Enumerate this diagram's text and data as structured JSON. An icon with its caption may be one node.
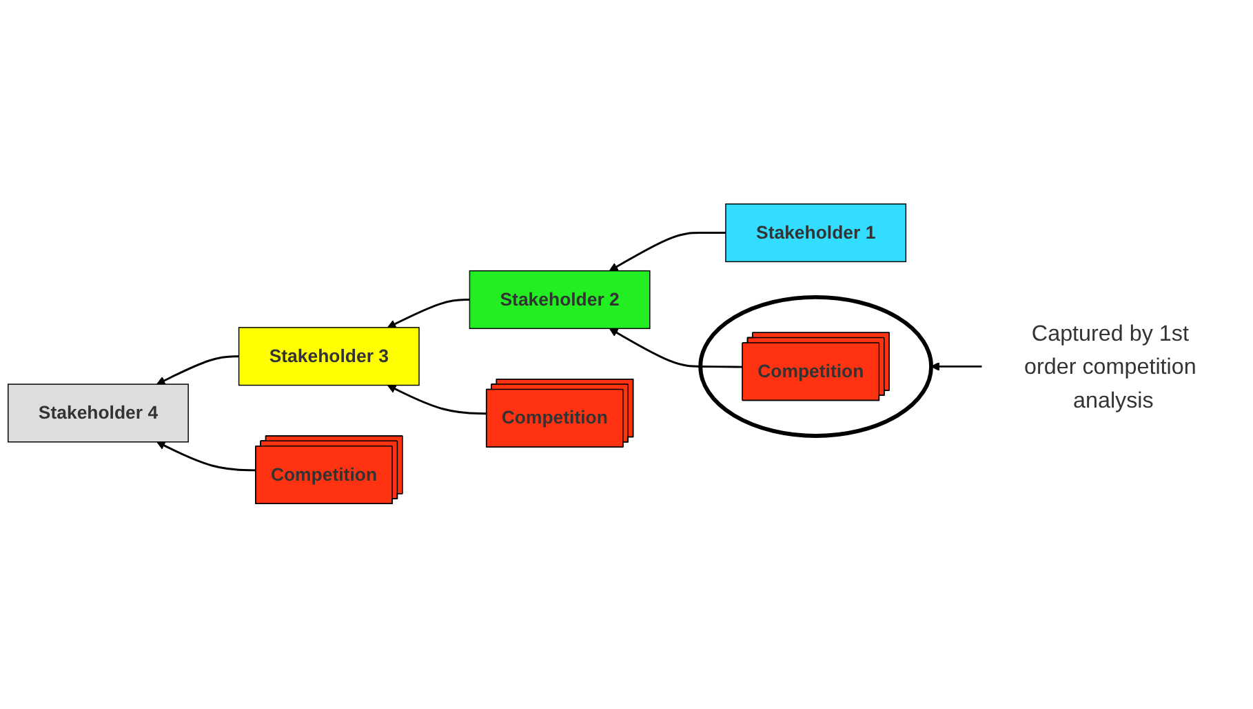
{
  "diagram": {
    "nodes": [
      {
        "text": [
          "Stakeholder 1"
        ]
      },
      {
        "text": [
          "Stakeholder 2"
        ]
      },
      {
        "text": [],
        "shape": "ellipse"
      },
      {
        "text": [
          "Competition"
        ],
        "in": 2
      },
      {
        "text": [
          "Stakeholder 3"
        ]
      },
      {
        "text": [
          "Competition"
        ]
      },
      {
        "text": [
          "Stakeholder 4"
        ]
      },
      {
        "text": [
          "Competition"
        ]
      },
      {
        "text": [
          "Captured by 1st order competition analysis"
        ]
      }
    ],
    "edges": [
      {
        "from": 0,
        "to": 1,
        "arrow": "to"
      },
      {
        "from": 3,
        "to": 1,
        "arrow": "to"
      },
      {
        "from": 1,
        "to": 4,
        "arrow": "to"
      },
      {
        "from": 5,
        "to": 4,
        "arrow": "to"
      },
      {
        "from": 4,
        "to": 6,
        "arrow": "to"
      },
      {
        "from": 7,
        "to": 6,
        "arrow": "to"
      },
      {
        "from": 8,
        "to": 2,
        "arrow": "to"
      }
    ]
  }
}
